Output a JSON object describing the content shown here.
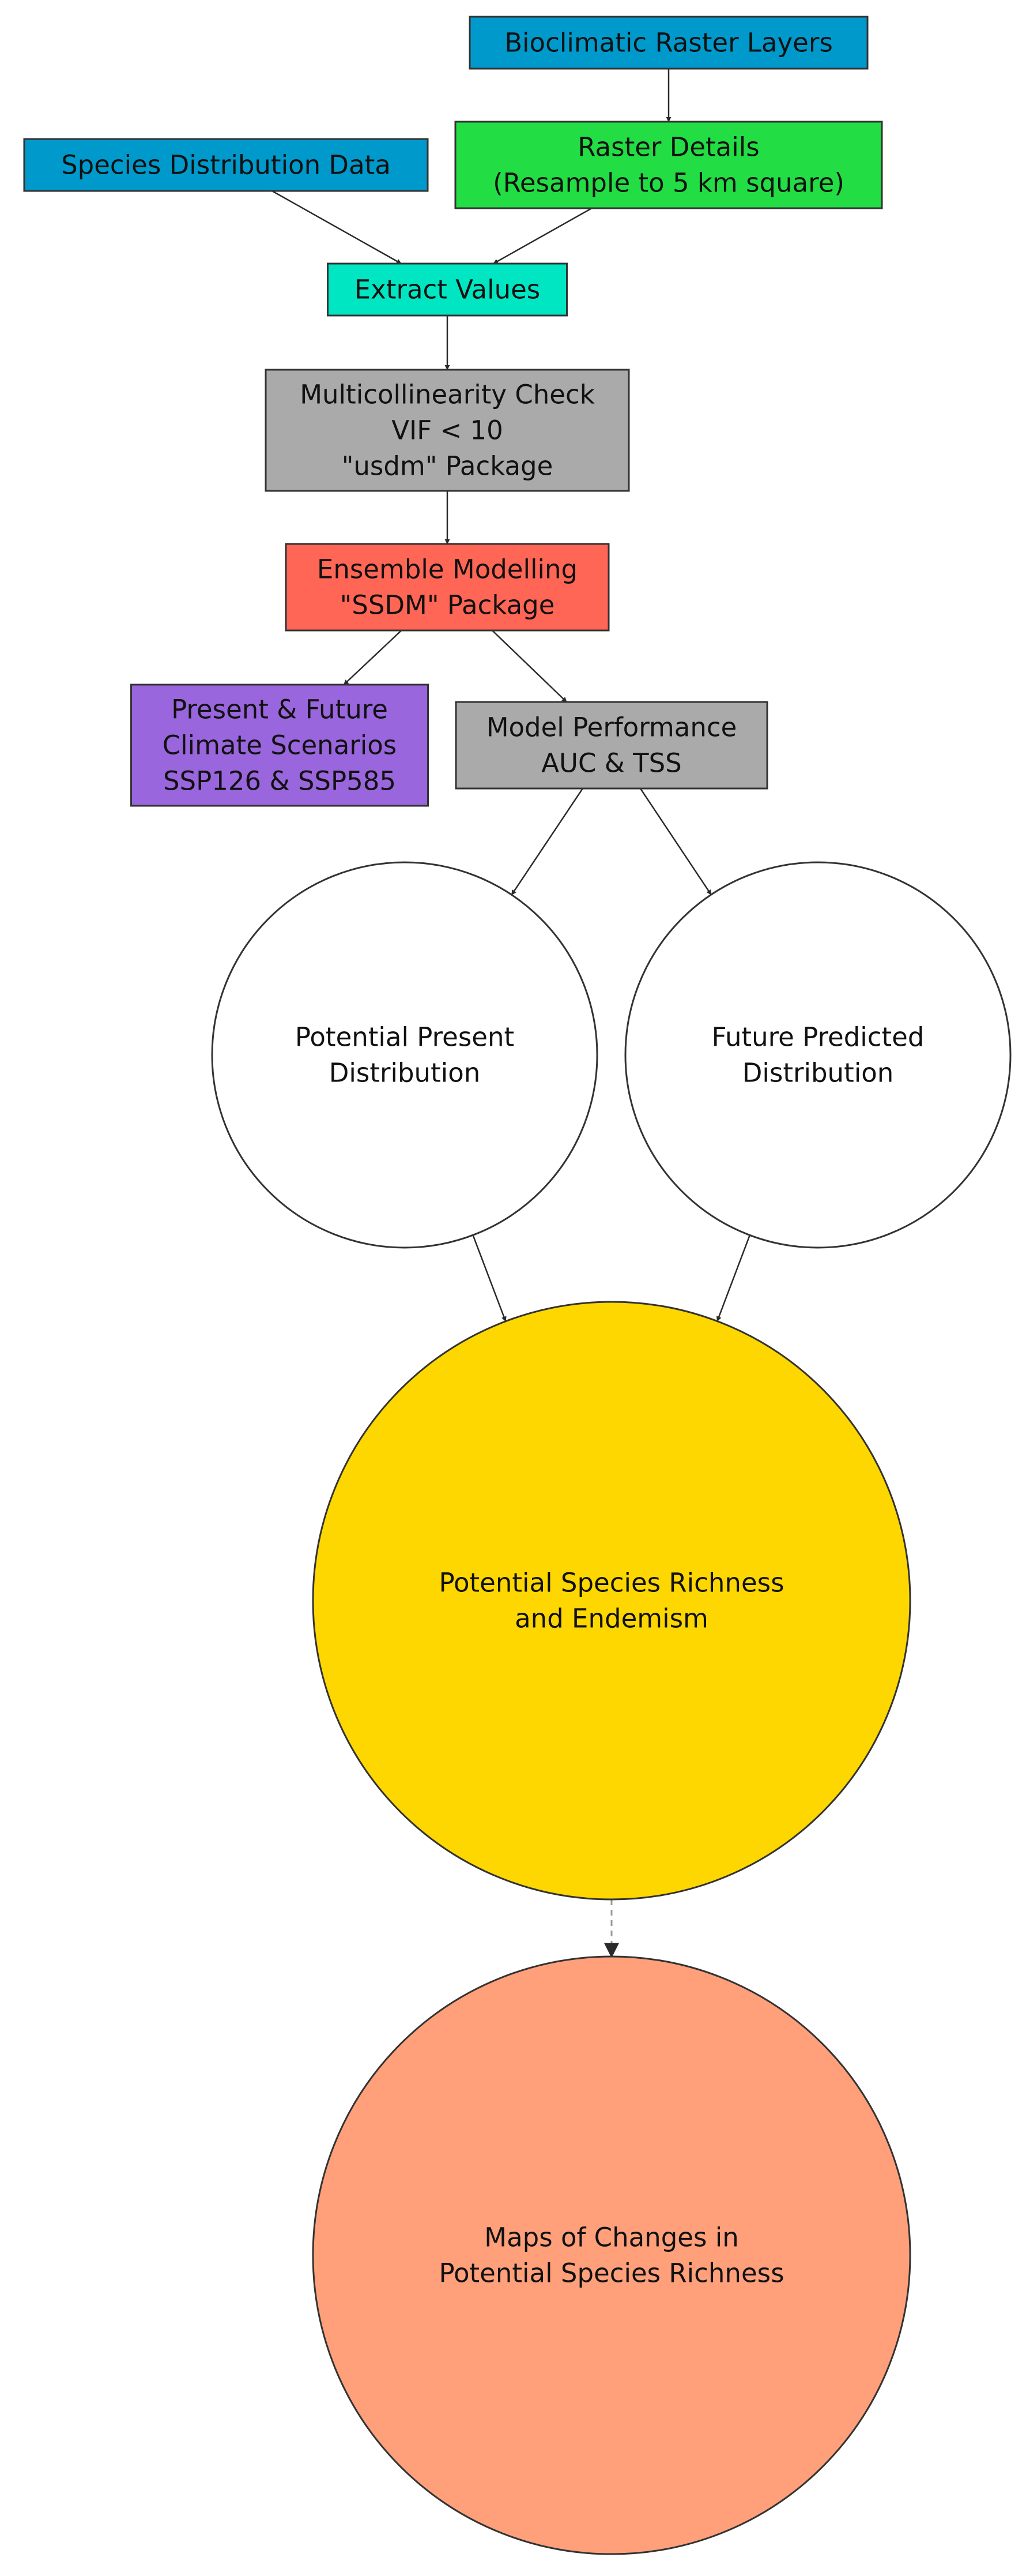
{
  "nodes": [
    {
      "id": "bioclimatic",
      "name": "bioclimatic-raster-layers-box",
      "shape": "rect",
      "lines": [
        "Bioclimatic Raster Layers"
      ],
      "fill": "#0099CC"
    },
    {
      "id": "raster",
      "name": "raster-details-box",
      "shape": "rect",
      "lines": [
        "Raster Details",
        "(Resample to 5 km square)"
      ],
      "fill": "#22DD44"
    },
    {
      "id": "species",
      "name": "species-distribution-data-box",
      "shape": "rect",
      "lines": [
        "Species Distribution Data"
      ],
      "fill": "#0099CC"
    },
    {
      "id": "extract",
      "name": "extract-values-box",
      "shape": "rect",
      "lines": [
        "Extract Values"
      ],
      "fill": "#00E6C3"
    },
    {
      "id": "multi",
      "name": "multicollinearity-check-box",
      "shape": "rect",
      "lines": [
        "Multicollinearity Check",
        "VIF < 10",
        "\"usdm\" Package"
      ],
      "fill": "#AAAAAA"
    },
    {
      "id": "ensemble",
      "name": "ensemble-modelling-box",
      "shape": "rect",
      "lines": [
        "Ensemble Modelling",
        "\"SSDM\" Package"
      ],
      "fill": "#FF6655"
    },
    {
      "id": "climate",
      "name": "climate-scenarios-box",
      "shape": "rect",
      "lines": [
        "Present & Future",
        "Climate Scenarios",
        "SSP126 & SSP585"
      ],
      "fill": "#9966DD"
    },
    {
      "id": "performance",
      "name": "model-performance-box",
      "shape": "rect",
      "lines": [
        "Model Performance",
        "AUC & TSS"
      ],
      "fill": "#AAAAAA"
    },
    {
      "id": "present",
      "name": "potential-present-distribution-circle",
      "shape": "circle",
      "lines": [
        "Potential Present",
        "Distribution"
      ],
      "fill": "#FFFFFF"
    },
    {
      "id": "future",
      "name": "future-predicted-distribution-circle",
      "shape": "circle",
      "lines": [
        "Future Predicted",
        "Distribution"
      ],
      "fill": "#FFFFFF"
    },
    {
      "id": "richness",
      "name": "species-richness-endemism-circle",
      "shape": "circle",
      "lines": [
        "Potential Species Richness",
        "and Endemism"
      ],
      "fill": "#FFD700"
    },
    {
      "id": "maps",
      "name": "maps-of-changes-circle",
      "shape": "circle",
      "lines": [
        "Maps of Changes in",
        "Potential Species Richness"
      ],
      "fill": "#FFA07A"
    }
  ],
  "edges": [
    {
      "from": "bioclimatic",
      "to": "raster",
      "style": "solid"
    },
    {
      "from": "species",
      "to": "extract",
      "style": "solid"
    },
    {
      "from": "raster",
      "to": "extract",
      "style": "solid"
    },
    {
      "from": "extract",
      "to": "multi",
      "style": "solid"
    },
    {
      "from": "multi",
      "to": "ensemble",
      "style": "solid"
    },
    {
      "from": "ensemble",
      "to": "climate",
      "style": "solid"
    },
    {
      "from": "ensemble",
      "to": "performance",
      "style": "solid"
    },
    {
      "from": "performance",
      "to": "present",
      "style": "solid"
    },
    {
      "from": "performance",
      "to": "future",
      "style": "solid"
    },
    {
      "from": "present",
      "to": "richness",
      "style": "solid"
    },
    {
      "from": "future",
      "to": "richness",
      "style": "solid"
    },
    {
      "from": "richness",
      "to": "maps",
      "style": "dashed"
    }
  ]
}
